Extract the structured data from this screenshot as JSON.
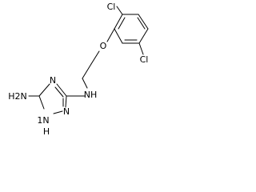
{
  "molecule": {
    "atoms": {
      "cl_top": "Cl",
      "cl_bottom": "Cl",
      "ether_o": "O",
      "amine_nh": "NH",
      "ring_n_top": "N",
      "ring_n_right": "N",
      "ring_nh_h": "H",
      "ring_nh_n": "1N",
      "amino_h2n": "H2N"
    }
  }
}
